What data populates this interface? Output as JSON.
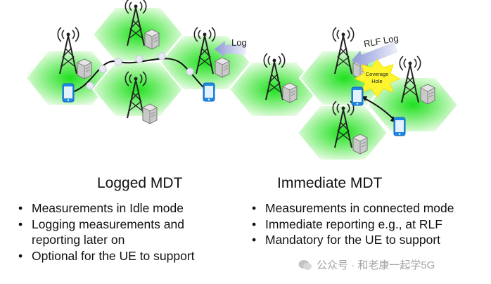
{
  "diagram": {
    "log_arrow_label": "Log",
    "rlf_log_arrow_label": "RLF Log",
    "coverage_hole_label_line1": "Coverage",
    "coverage_hole_label_line2": "Hole"
  },
  "logged": {
    "title": "Logged MDT",
    "bullets": [
      "Measurements in Idle mode",
      "Logging measurements and reporting later on",
      "Optional for the UE to support"
    ]
  },
  "immediate": {
    "title": "Immediate MDT",
    "bullets": [
      "Measurements in connected mode",
      "Immediate reporting e.g., at RLF",
      "Mandatory for the UE to support"
    ]
  },
  "watermark": {
    "text": "公众号 · 和老康一起学5G"
  },
  "icons": [
    "cell-tower-icon",
    "base-station-icon",
    "smartphone-icon",
    "starburst-icon"
  ],
  "colors": {
    "cell_center": "#1fe01f",
    "cell_edge": "#eafbe6",
    "arrow": "#9aa3dc",
    "coverage_hole": "#fff52e",
    "phone": "#1e88e5"
  }
}
